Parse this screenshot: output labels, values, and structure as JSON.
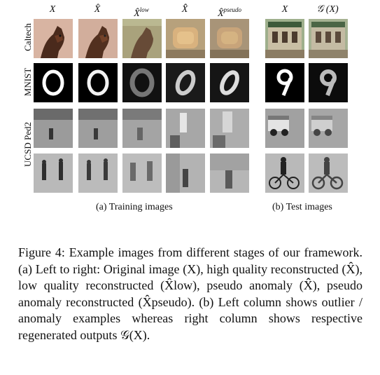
{
  "figure": {
    "columns_train": [
      "X",
      "X̂",
      "X̂",
      "X̂̂",
      "X̂"
    ],
    "columns_train_sup": [
      "",
      "",
      "low",
      "",
      "pseudo"
    ],
    "columns_test": [
      "X",
      "𝒢 (X)"
    ],
    "rows": [
      "Caltech",
      "MNIST",
      "UCSD Ped2"
    ],
    "subcaption_a": "(a) Training images",
    "subcaption_b": "(b) Test images"
  },
  "caption": {
    "text": "Figure 4: Example images from different stages of our framework. (a) Left to right: Original image (X), high quality reconstructed (X̂), low quality reconstructed (X̂low), pseudo anomaly (X̂̂), pseudo anomaly reconstructed (X̂pseudo). (b) Left column shows outlier / anomaly examples whereas right column shows respective regenerated outputs 𝒢(X)."
  }
}
